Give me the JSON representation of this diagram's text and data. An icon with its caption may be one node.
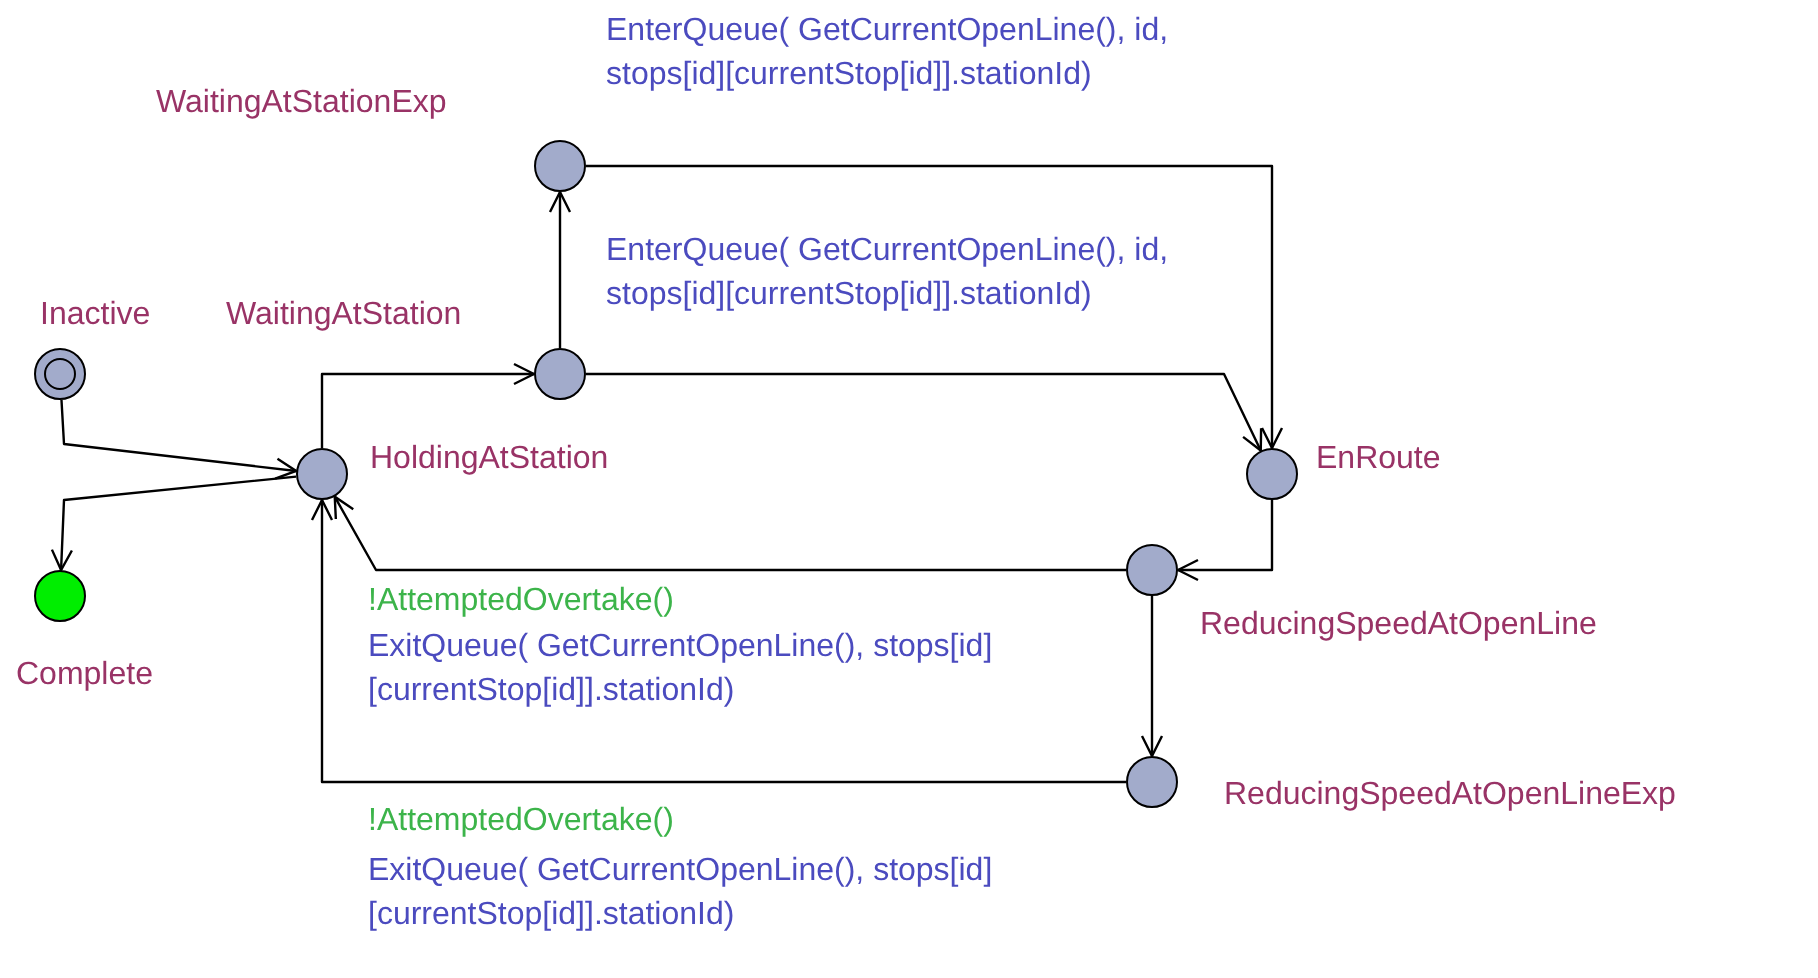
{
  "diagram": {
    "nodes": [
      {
        "text": [
          "Inactive"
        ]
      },
      {
        "text": [
          "Complete"
        ]
      },
      {
        "text": [
          "HoldingAtStation"
        ]
      },
      {
        "text": [
          "WaitingAtStation"
        ]
      },
      {
        "text": [
          "WaitingAtStationExp"
        ]
      },
      {
        "text": [
          "EnRoute"
        ]
      },
      {
        "text": [
          "ReducingSpeedAtOpenLine"
        ]
      },
      {
        "text": [
          "ReducingSpeedAtOpenLineExp"
        ]
      }
    ],
    "edges": [
      {
        "from": 0,
        "to": 2,
        "arrow": "to"
      },
      {
        "from": 2,
        "to": 1,
        "arrow": "to"
      },
      {
        "from": 2,
        "to": 3,
        "arrow": "to"
      },
      {
        "from": 3,
        "to": 4,
        "arrow": "to"
      },
      {
        "from": 4,
        "to": 5,
        "arrow": "to",
        "label": "EnterQueue( GetCurrentOpenLine(), id, stops[id][currentStop[id]].stationId)"
      },
      {
        "from": 3,
        "to": 5,
        "arrow": "to",
        "label": "EnterQueue( GetCurrentOpenLine(), id, stops[id][currentStop[id]].stationId)"
      },
      {
        "from": 5,
        "to": 6,
        "arrow": "to"
      },
      {
        "from": 6,
        "to": 2,
        "arrow": "to",
        "label": "ExitQueue( GetCurrentOpenLine(), stops[id][currentStop[id]].stationId)"
      },
      {
        "from": 6,
        "to": 7,
        "arrow": "to"
      },
      {
        "from": 7,
        "to": 2,
        "arrow": "to",
        "label": "ExitQueue( GetCurrentOpenLine(), stops[id][currentStop[id]].stationId)"
      }
    ],
    "labels": [
      "!AttemptedOvertake()",
      "!AttemptedOvertake()"
    ]
  }
}
